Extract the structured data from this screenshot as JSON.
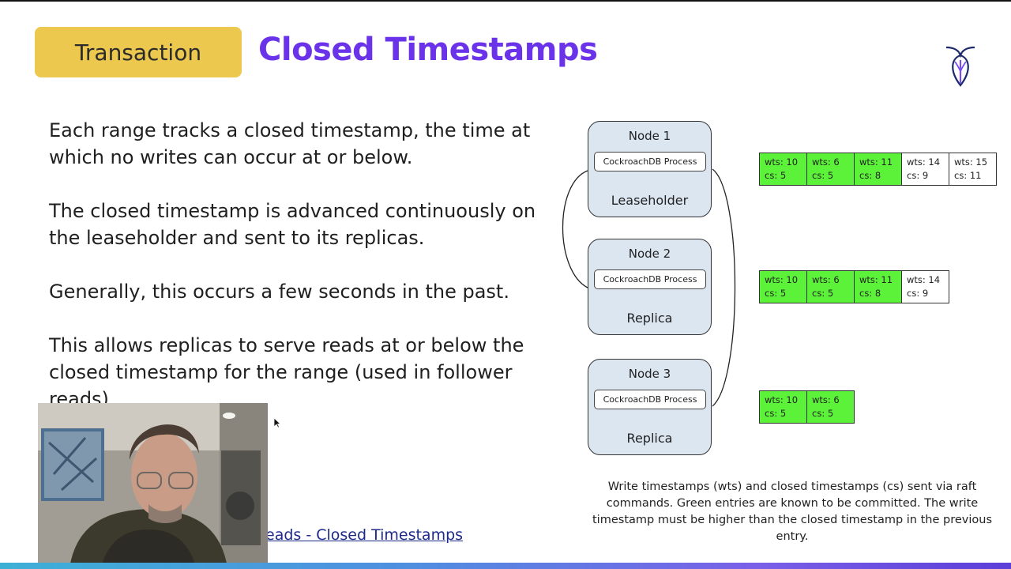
{
  "slide": {
    "badge": "Transaction",
    "title": "Closed Timestamps",
    "bullets": [
      "Each range tracks a closed timestamp, the time at which no writes can occur at or below.",
      "The closed timestamp is advanced continuously on the leaseholder and sent to its replicas.",
      "Generally, this occurs a few seconds in the past.",
      "This allows replicas to serve reads at or below the closed timestamp for the range (used in follower reads)."
    ],
    "link_text": "eads - Closed Timestamps",
    "caption": "Write timestamps (wts) and closed timestamps (cs) sent via raft commands. Green entries are known to be committed. The write timestamp must be higher than the closed timestamp in the previous entry."
  },
  "diagram": {
    "nodes": [
      {
        "name": "Node 1",
        "process": "CockroachDB Process",
        "role": "Leaseholder"
      },
      {
        "name": "Node 2",
        "process": "CockroachDB Process",
        "role": "Replica"
      },
      {
        "name": "Node 3",
        "process": "CockroachDB Process",
        "role": "Replica"
      }
    ],
    "logs": [
      [
        {
          "wts": "wts: 10",
          "cs": "cs: 5",
          "committed": true
        },
        {
          "wts": "wts: 6",
          "cs": "cs: 5",
          "committed": true
        },
        {
          "wts": "wts: 11",
          "cs": "cs: 8",
          "committed": true
        },
        {
          "wts": "wts: 14",
          "cs": "cs: 9",
          "committed": false
        },
        {
          "wts": "wts: 15",
          "cs": "cs: 11",
          "committed": false
        }
      ],
      [
        {
          "wts": "wts: 10",
          "cs": "cs: 5",
          "committed": true
        },
        {
          "wts": "wts: 6",
          "cs": "cs: 5",
          "committed": true
        },
        {
          "wts": "wts: 11",
          "cs": "cs: 8",
          "committed": true
        },
        {
          "wts": "wts: 14",
          "cs": "cs: 9",
          "committed": false
        }
      ],
      [
        {
          "wts": "wts: 10",
          "cs": "cs: 5",
          "committed": true
        },
        {
          "wts": "wts: 6",
          "cs": "cs: 5",
          "committed": true
        }
      ]
    ]
  },
  "colors": {
    "accent_title": "#6a33ea",
    "badge": "#ecc84f",
    "node_fill": "#dce6f1",
    "committed": "#5cf23a"
  },
  "icons": {
    "logo": "cockroach-logo-icon",
    "cursor": "mouse-pointer-icon"
  }
}
